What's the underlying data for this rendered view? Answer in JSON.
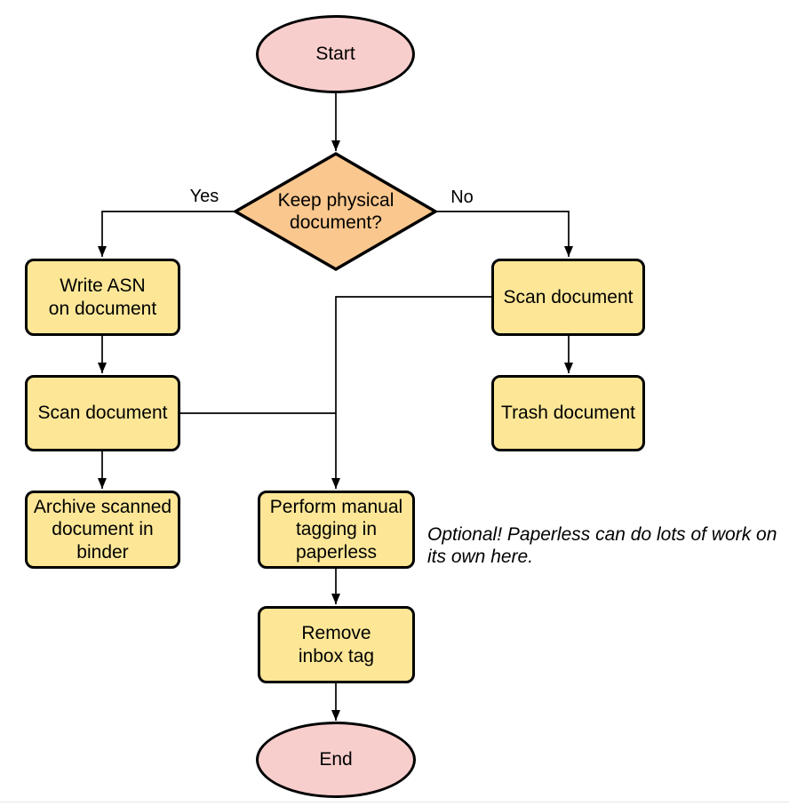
{
  "diagram": {
    "colors": {
      "terminal_fill": "#f8cecc",
      "decision_fill": "#fac78e",
      "process_fill": "#fde797",
      "stroke": "#000000"
    },
    "nodes": {
      "start": {
        "label": "Start",
        "type": "terminal"
      },
      "decision": {
        "label": "Keep physical\ndocument?",
        "type": "decision"
      },
      "write_asn": {
        "label": "Write ASN\non document",
        "type": "process"
      },
      "scan_left": {
        "label": "Scan document",
        "type": "process"
      },
      "archive": {
        "label": "Archive scanned\ndocument in\nbinder",
        "type": "process"
      },
      "scan_right": {
        "label": "Scan document",
        "type": "process"
      },
      "trash": {
        "label": "Trash document",
        "type": "process"
      },
      "tagging": {
        "label": "Perform manual\ntagging in\npaperless",
        "type": "process"
      },
      "remove_inbox": {
        "label": "Remove\ninbox tag",
        "type": "process"
      },
      "end": {
        "label": "End",
        "type": "terminal"
      }
    },
    "edge_labels": {
      "yes": "Yes",
      "no": "No"
    },
    "note": {
      "text": "Optional! Paperless can do lots of work on\nits own here."
    }
  }
}
